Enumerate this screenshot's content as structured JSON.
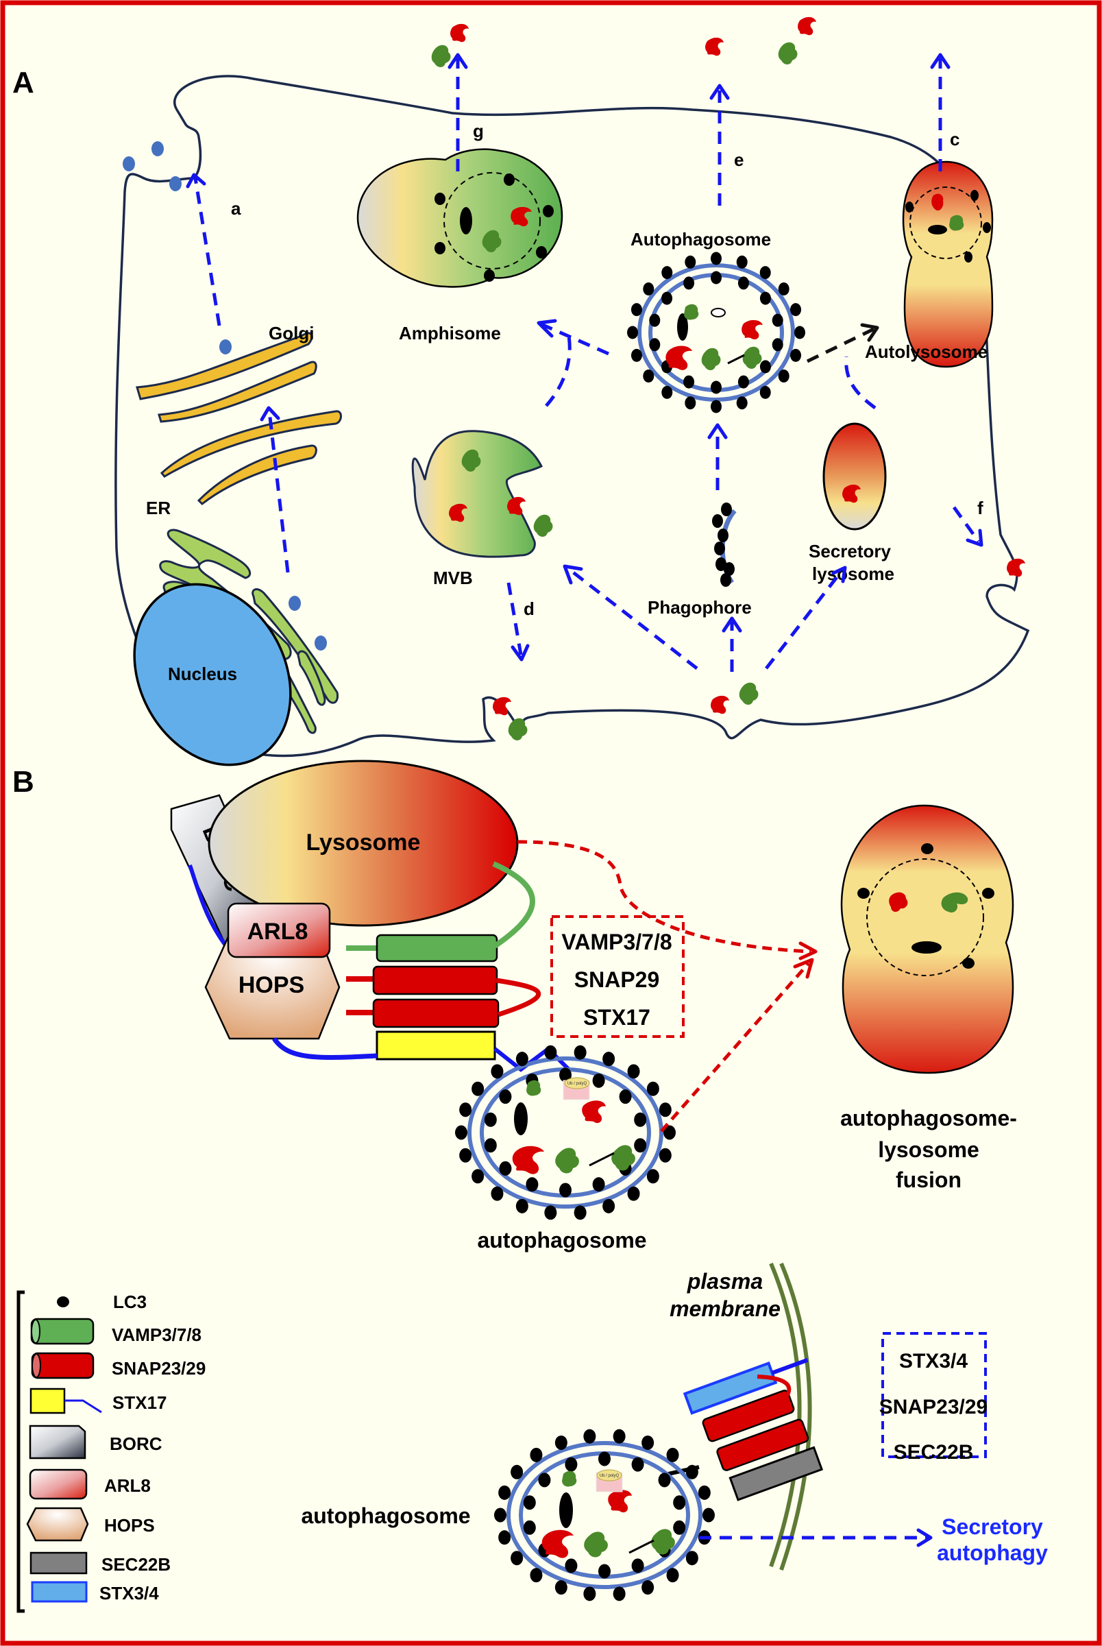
{
  "figure": {
    "border_color": "#d80000",
    "background": "#fffff0"
  },
  "panel_a": {
    "label": "A",
    "organelles": {
      "golgi": "Golgi",
      "er": "ER",
      "nucleus": "Nucleus",
      "amphisome": "Amphisome",
      "autophagosome": "Autophagosome",
      "autolysosome": "Autolysosome",
      "mvb": "MVB",
      "phagophore": "Phagophore",
      "secretory_lysosome_line1": "Secretory",
      "secretory_lysosome_line2": "lysosome"
    },
    "pathways": {
      "a": "a",
      "c": "c",
      "d": "d",
      "e": "e",
      "f": "f",
      "g": "g"
    }
  },
  "panel_b": {
    "label": "B",
    "lysosome": "Lysosome",
    "borc": "BORC",
    "arl8": "ARL8",
    "hops": "HOPS",
    "snare_box_fusion": [
      "VAMP3/7/8",
      "SNAP29",
      "STX17"
    ],
    "autophagosome_label_top": "autophagosome",
    "fusion_label": [
      "autophagosome-",
      "lysosome",
      "fusion"
    ],
    "cargo_tag": "Ub / polyQ",
    "plasma_membrane": [
      "plasma",
      "membrane"
    ],
    "snare_box_secretory": [
      "STX3/4",
      "SNAP23/29",
      "SEC22B"
    ],
    "autophagosome_label_bottom": "autophagosome",
    "secretory_autophagy": [
      "Secretory",
      "autophagy"
    ]
  },
  "legend": {
    "items": [
      {
        "name": "LC3",
        "icon": "black-dot",
        "color": "#000000"
      },
      {
        "name": "VAMP3/7/8",
        "icon": "green-cylinder",
        "color": "#5faf55"
      },
      {
        "name": "SNAP23/29",
        "icon": "red-cylinder",
        "color": "#d80000"
      },
      {
        "name": "STX17",
        "icon": "yellow-box-with-blue-tail",
        "color": "#ffff33"
      },
      {
        "name": "BORC",
        "icon": "gray-gradient-tag",
        "color": "#2a3040"
      },
      {
        "name": "ARL8",
        "icon": "red-gradient-rounded-box",
        "color": "#d82010"
      },
      {
        "name": "HOPS",
        "icon": "peach-hexagon",
        "color": "#e6b08a"
      },
      {
        "name": "SEC22B",
        "icon": "gray-box",
        "color": "#808080"
      },
      {
        "name": "STX3/4",
        "icon": "light-blue-box",
        "color": "#62aeea"
      }
    ]
  },
  "colors": {
    "pathway_arrow": "#1515ee",
    "fusion_arrow": "#d80000",
    "lc3": "#000000",
    "membrane_blue": "#5577c6",
    "plasma_membrane_green": "#5e7a36"
  }
}
